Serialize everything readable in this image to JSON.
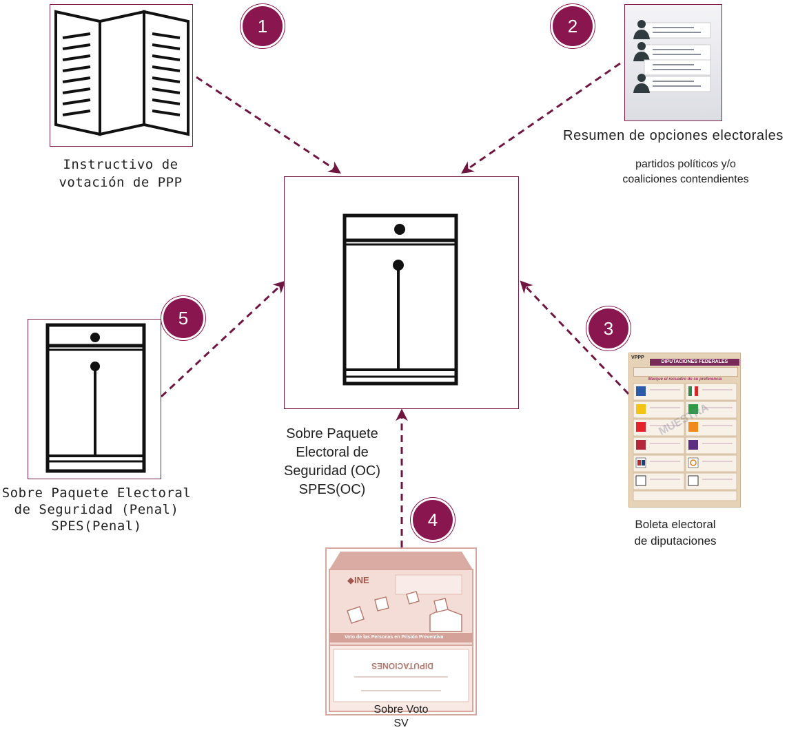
{
  "badges": {
    "b1": "1",
    "b2": "2",
    "b3": "3",
    "b4": "4",
    "b5": "5"
  },
  "labels": {
    "instructivo_line1": "Instructivo de",
    "instructivo_line2": "votación de PPP",
    "resumen_title": "Resumen de opciones electorales",
    "resumen_sub_line1": "partidos políticos y/o",
    "resumen_sub_line2": "coaliciones contendientes",
    "center_line1": "Sobre Paquete",
    "center_line2": "Electoral de",
    "center_line3": "Seguridad (OC)",
    "center_line4": "SPES(OC)",
    "penal_line1": "Sobre Paquete Electoral",
    "penal_line2": "de Seguridad (Penal)",
    "penal_line3": "SPES(Penal)",
    "boleta_line1": "Boleta electoral",
    "boleta_line2": "de diputaciones",
    "sobre_voto_line1": "Sobre Voto",
    "sobre_voto_line2": "SV"
  },
  "ballot": {
    "header_code": "VPPP",
    "header_title": "DIPUTACIONES FEDERALES",
    "instruction": "Marque el recuadro de su preferencia",
    "watermark": "MUESTRA"
  },
  "envelope": {
    "logo": "◆INE",
    "band_text": "Voto de las Personas en Prisión Preventiva",
    "mirrored_title": "DIPUTACIONES"
  },
  "colors": {
    "accent": "#8a1650",
    "border": "#7a1a47",
    "envelope": "#d7a69d",
    "ballot_bg": "#e6d2b7"
  }
}
